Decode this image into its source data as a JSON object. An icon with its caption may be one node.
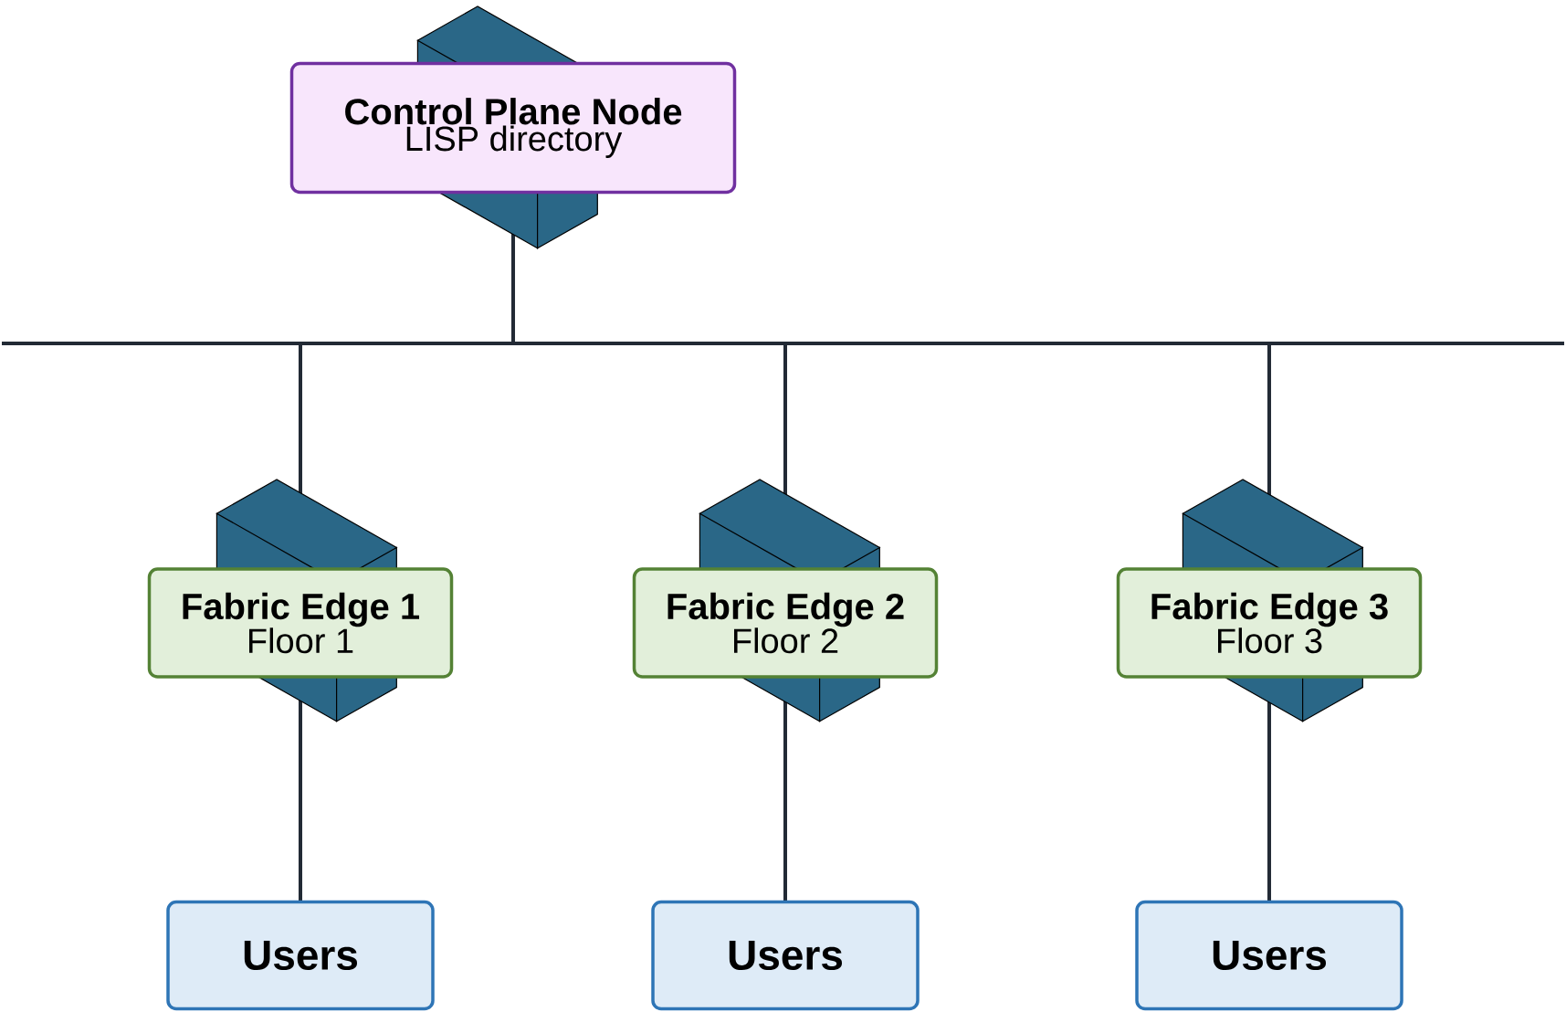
{
  "diagram": {
    "nodes": [
      {
        "text": [
          "Control Plane Node",
          "LISP directory"
        ]
      },
      {
        "text": [
          "Fabric Edge 1",
          "Floor 1"
        ]
      },
      {
        "text": [
          "Fabric Edge 2",
          "Floor 2"
        ]
      },
      {
        "text": [
          "Fabric Edge 3",
          "Floor 3"
        ]
      },
      {
        "text": [
          "Users"
        ]
      },
      {
        "text": [
          "Users"
        ]
      },
      {
        "text": [
          "Users"
        ]
      }
    ],
    "edges": [
      {
        "from": 0,
        "to": 1,
        "arrow": "none"
      },
      {
        "from": 0,
        "to": 2,
        "arrow": "none"
      },
      {
        "from": 0,
        "to": 3,
        "arrow": "none"
      },
      {
        "from": 1,
        "to": 4,
        "arrow": "none"
      },
      {
        "from": 2,
        "to": 5,
        "arrow": "none"
      },
      {
        "from": 3,
        "to": 6,
        "arrow": "none"
      }
    ]
  }
}
